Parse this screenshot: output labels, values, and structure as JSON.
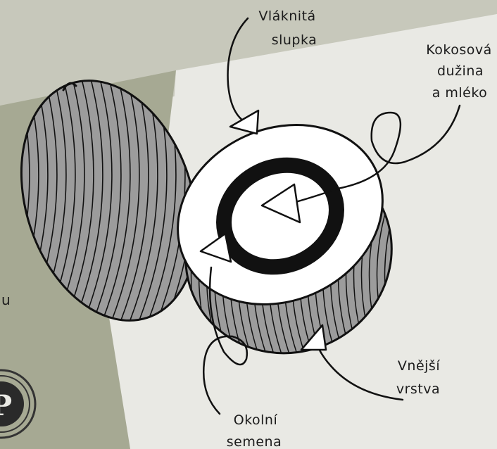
{
  "labels": {
    "fibrous_husk": [
      "Vláknitá",
      "slupka"
    ],
    "flesh_and_milk": [
      "Kokosová",
      "dužina",
      "a mléko"
    ],
    "outer_layer": [
      "Vnější",
      "vrstva"
    ],
    "seed_coat": [
      "Okolní",
      "semena"
    ],
    "left_partial_text": "u",
    "badge_letter": "P"
  },
  "colors": {
    "page_background": "#e9e9e4",
    "top_band": "#c7c8bb",
    "left_panel": "#a6a993",
    "husk_fill": "#9c9c9c",
    "ink": "#111111",
    "white": "#ffffff"
  }
}
